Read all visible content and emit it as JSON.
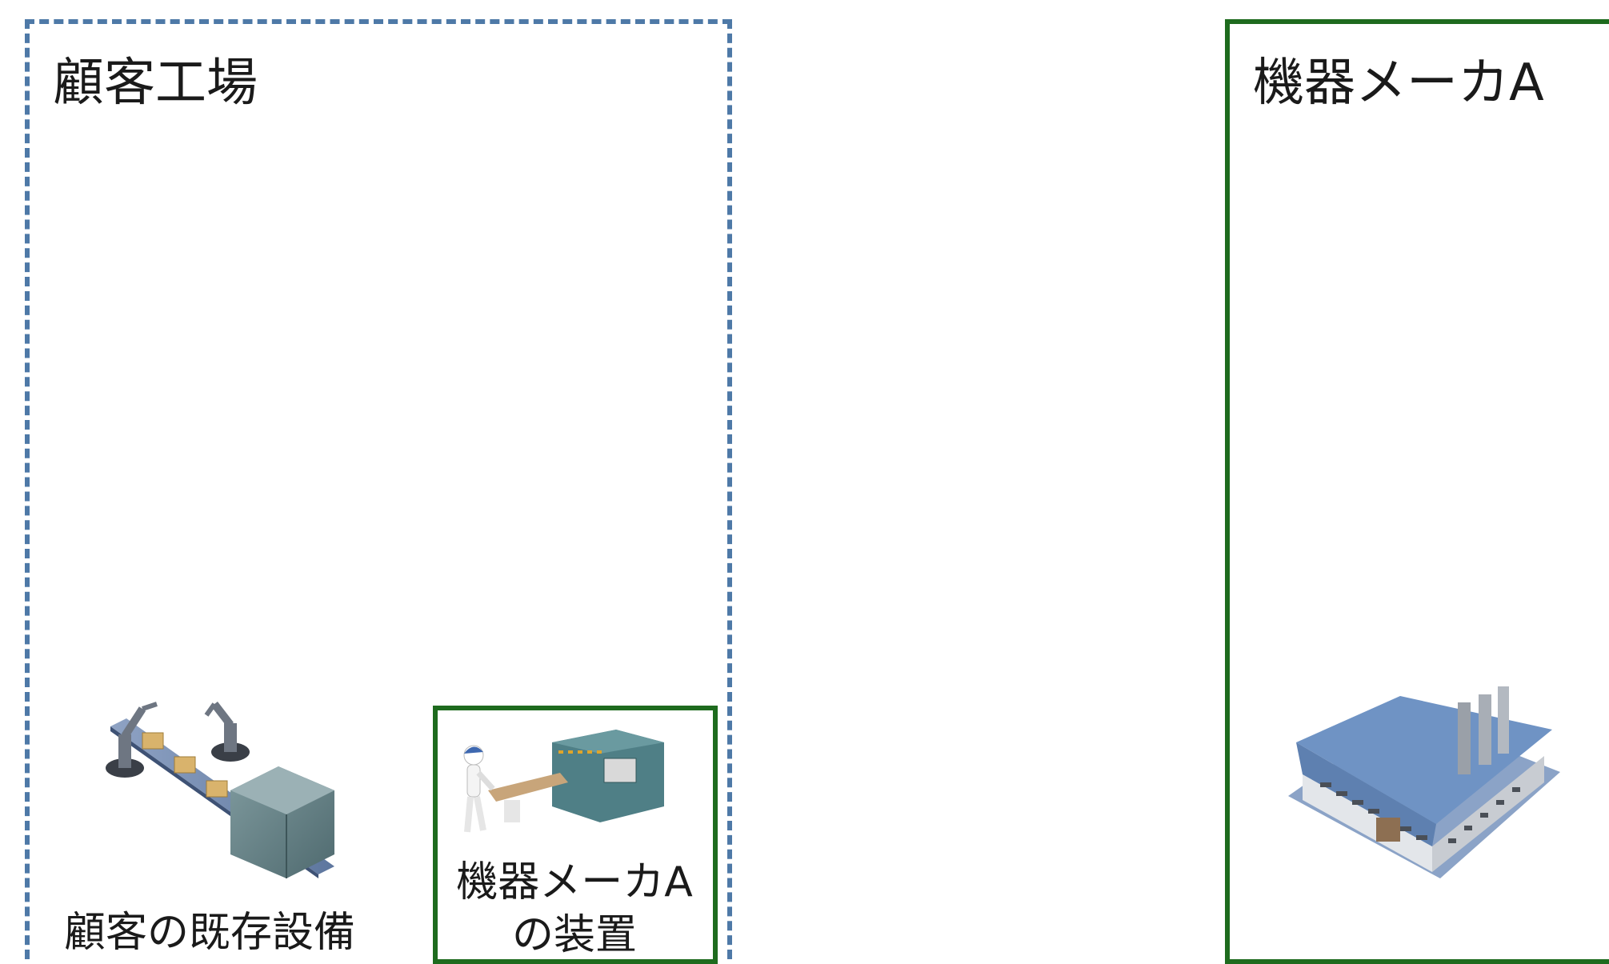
{
  "customer_factory": {
    "title": "顧客工場",
    "existing_equipment_label": "顧客の既存設備"
  },
  "maker_a": {
    "title": "機器メーカA"
  },
  "maker_device": {
    "label": "機器メーカA\nの装置"
  },
  "colors": {
    "customer_border": "#4e79a7",
    "maker_border": "#1e6b1e"
  },
  "icons": {
    "existing_equipment": "robot-conveyor-icon",
    "maker_device": "worker-machine-icon",
    "maker_factory": "factory-building-icon"
  }
}
